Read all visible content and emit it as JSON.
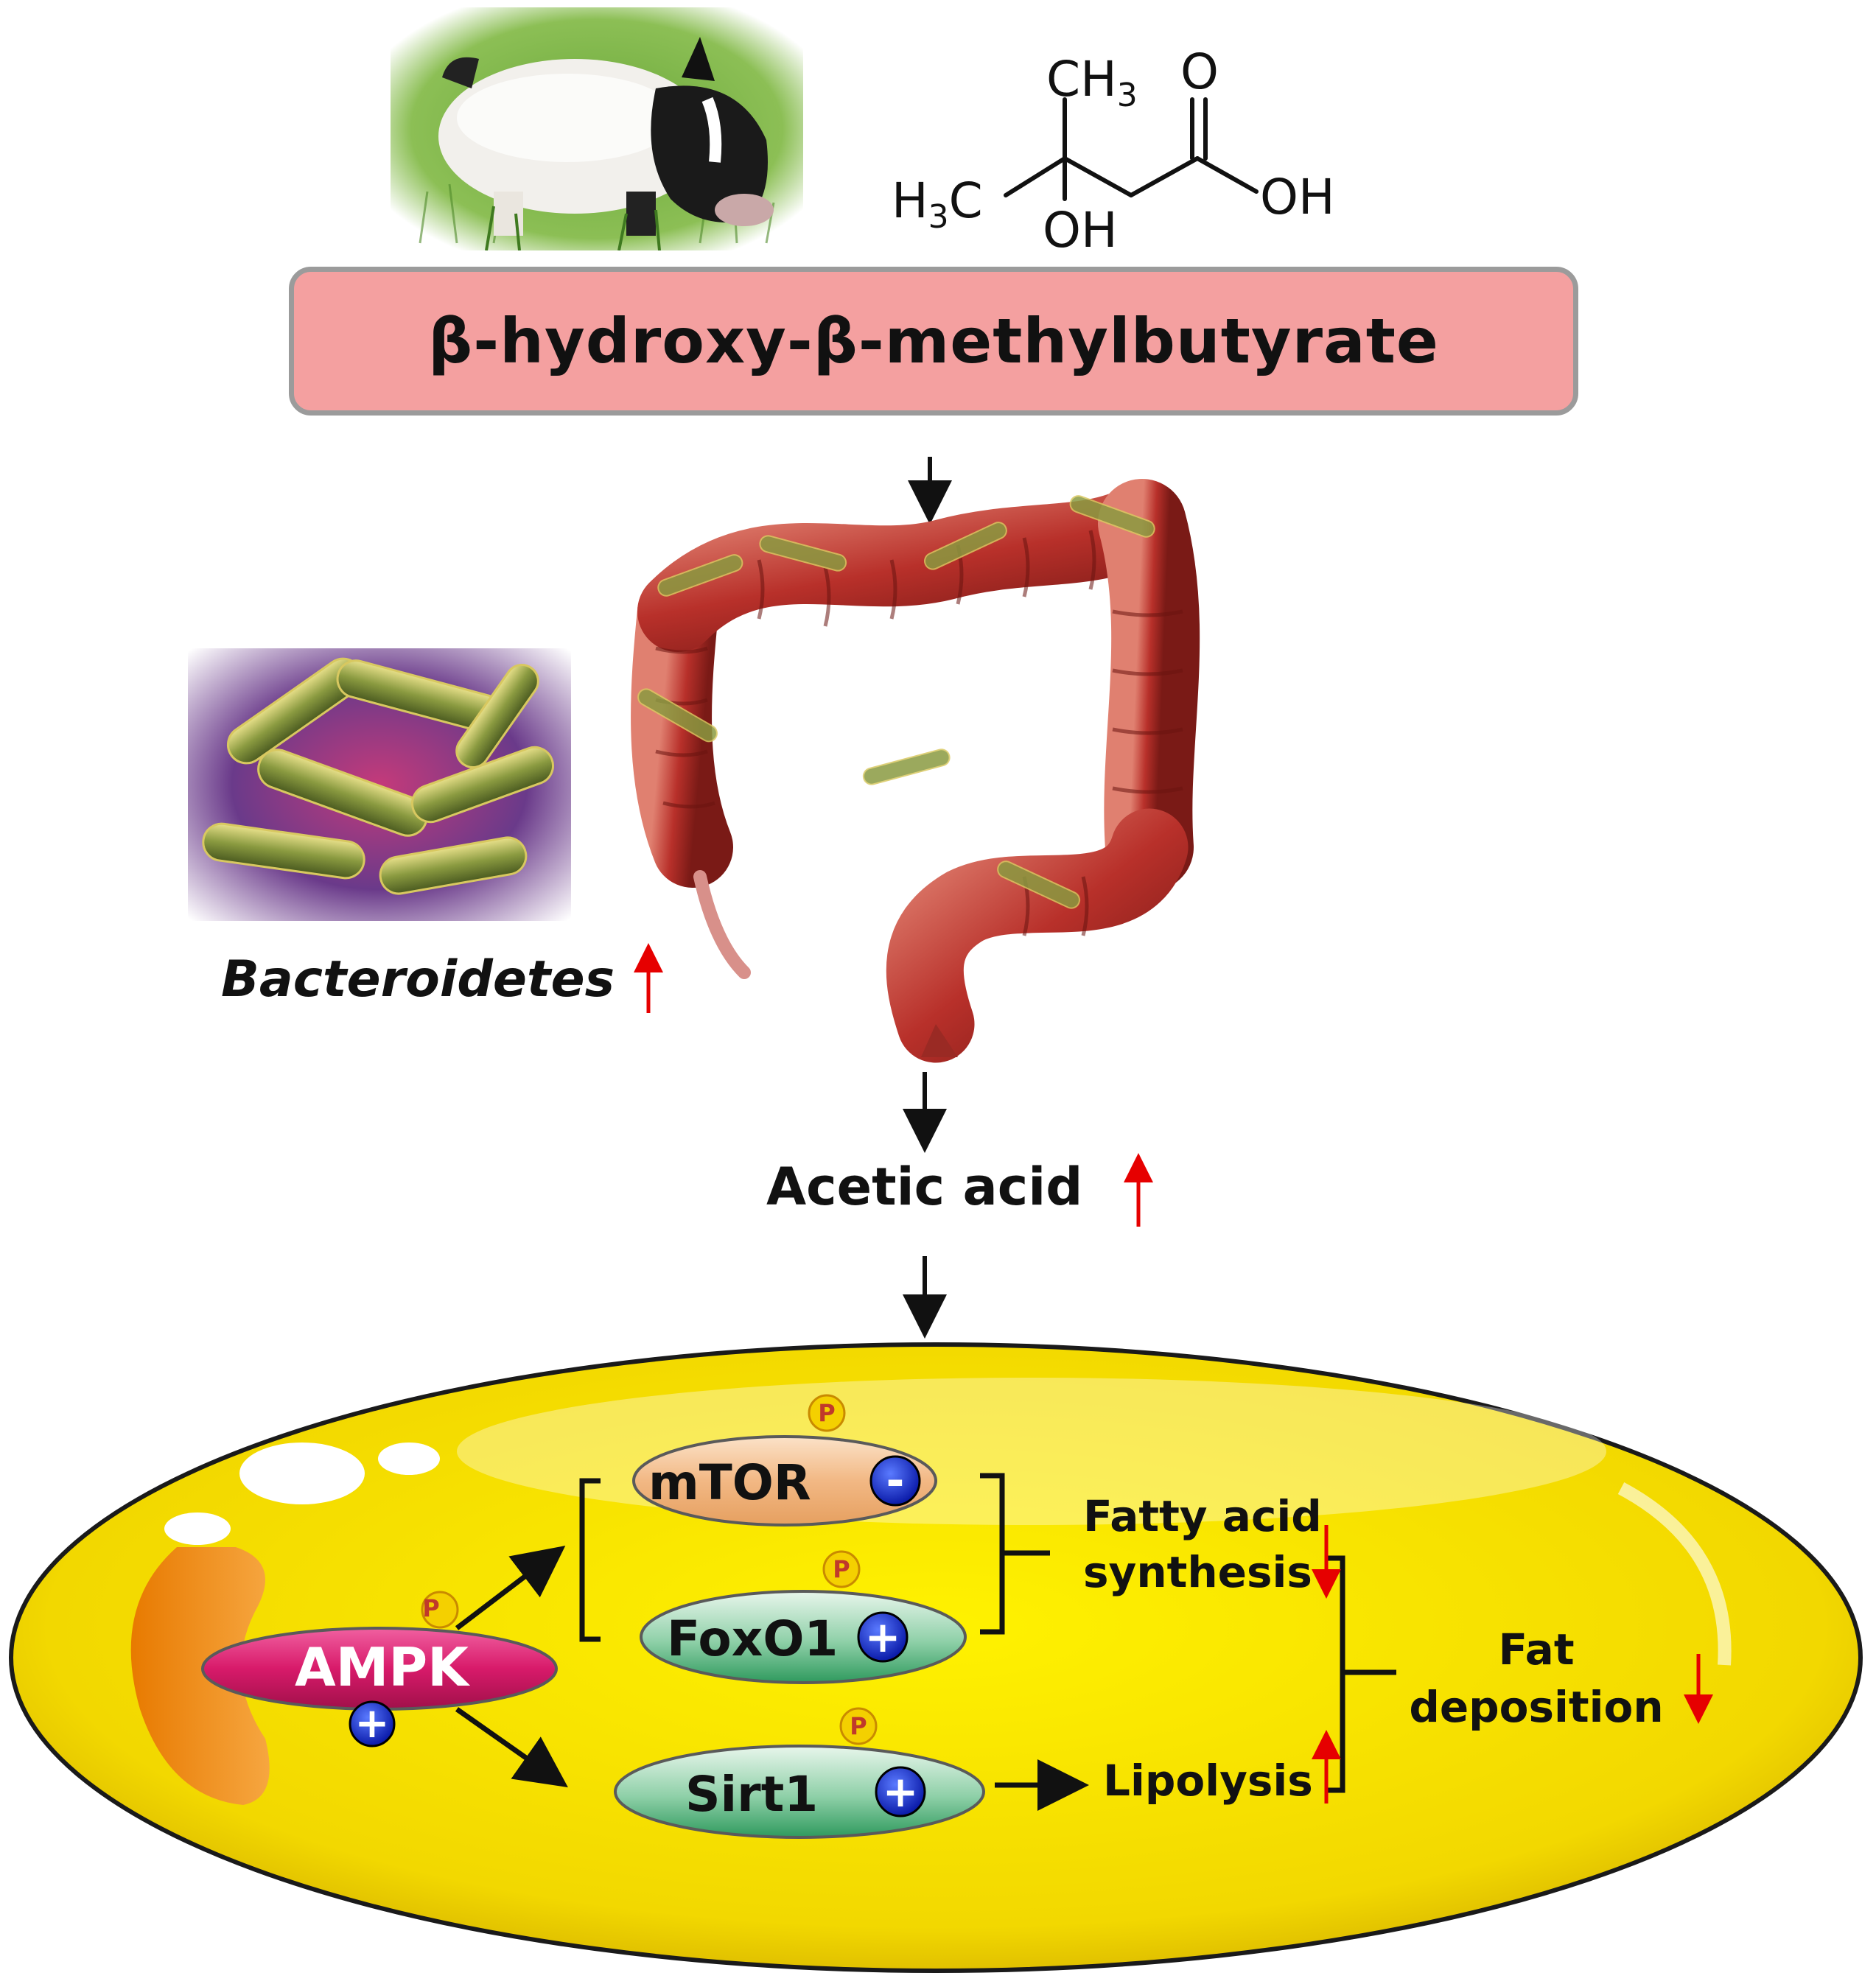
{
  "compound": {
    "name": "β-hydroxy-β-methylbutyrate",
    "structure_labels": {
      "methyl_top": "CH3",
      "methyl_left": "H3C",
      "hydroxyl": "OH",
      "carbonyl_o": "O",
      "acid_oh": "OH"
    }
  },
  "microbiota": {
    "label": "Bacteroidetes",
    "change": "up"
  },
  "metabolite": {
    "label": "Acetic acid",
    "change": "up"
  },
  "cell": {
    "ampk": {
      "label": "AMPK",
      "effect": "+",
      "phospho": "P"
    },
    "mtor": {
      "label": "mTOR",
      "effect": "-",
      "phospho": "P"
    },
    "foxo1": {
      "label": "FoxO1",
      "effect": "+",
      "phospho": "P"
    },
    "sirt1": {
      "label": "Sirt1",
      "effect": "+",
      "phospho": "P"
    },
    "fatty_acid_synthesis": {
      "line1": "Fatty acid",
      "line2": "synthesis",
      "change": "down"
    },
    "lipolysis": {
      "label": "Lipolysis",
      "change": "up"
    },
    "fat_deposition": {
      "line1": "Fat",
      "line2": "deposition",
      "change": "down"
    }
  },
  "colors": {
    "up_down_arrow": "#e60000",
    "banner": "#f4a0a0",
    "cell": "#f7dc00",
    "ampk": "#e0206a",
    "mtor": "#f2c49a",
    "green_pill": "#7fc49a",
    "effect_circle": "#1428c8",
    "phospho_circle": "#f4d000"
  },
  "icons": [
    "pig-photo",
    "chemical-structure",
    "colon-illustration",
    "bacteria-illustration",
    "adipocyte-illustration"
  ]
}
